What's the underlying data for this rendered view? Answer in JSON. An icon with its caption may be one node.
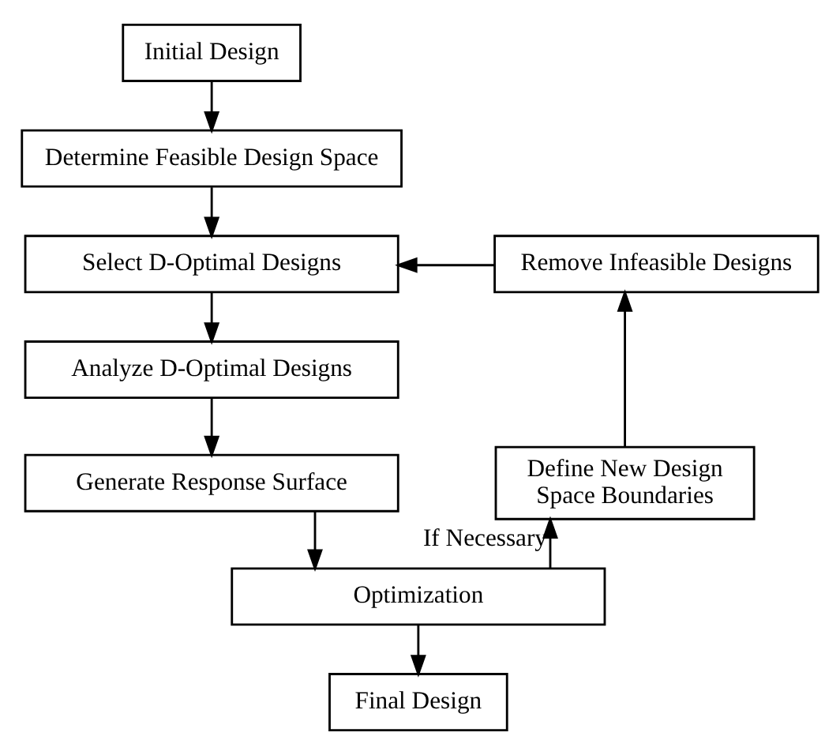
{
  "diagram": {
    "nodes": [
      {
        "text": [
          "Initial Design"
        ]
      },
      {
        "text": [
          "Determine Feasible Design Space"
        ]
      },
      {
        "text": [
          "Select D-Optimal Designs"
        ]
      },
      {
        "text": [
          "Analyze D-Optimal Designs"
        ]
      },
      {
        "text": [
          "Generate Response Surface"
        ]
      },
      {
        "text": [
          "Optimization"
        ]
      },
      {
        "text": [
          "Final Design"
        ]
      },
      {
        "text": [
          "Remove Infeasible Designs"
        ]
      },
      {
        "text": [
          "Define New Design Space Boundaries"
        ]
      }
    ],
    "edges": [
      {
        "from": 0,
        "to": 1,
        "arrow": "to"
      },
      {
        "from": 1,
        "to": 2,
        "arrow": "to"
      },
      {
        "from": 2,
        "to": 3,
        "arrow": "to"
      },
      {
        "from": 3,
        "to": 4,
        "arrow": "to"
      },
      {
        "from": 4,
        "to": 5,
        "arrow": "to"
      },
      {
        "from": 5,
        "to": 6,
        "arrow": "to"
      },
      {
        "from": 5,
        "to": 8,
        "arrow": "to",
        "label": "If Necessary"
      },
      {
        "from": 8,
        "to": 7,
        "arrow": "to"
      },
      {
        "from": 7,
        "to": 2,
        "arrow": "to"
      }
    ]
  }
}
